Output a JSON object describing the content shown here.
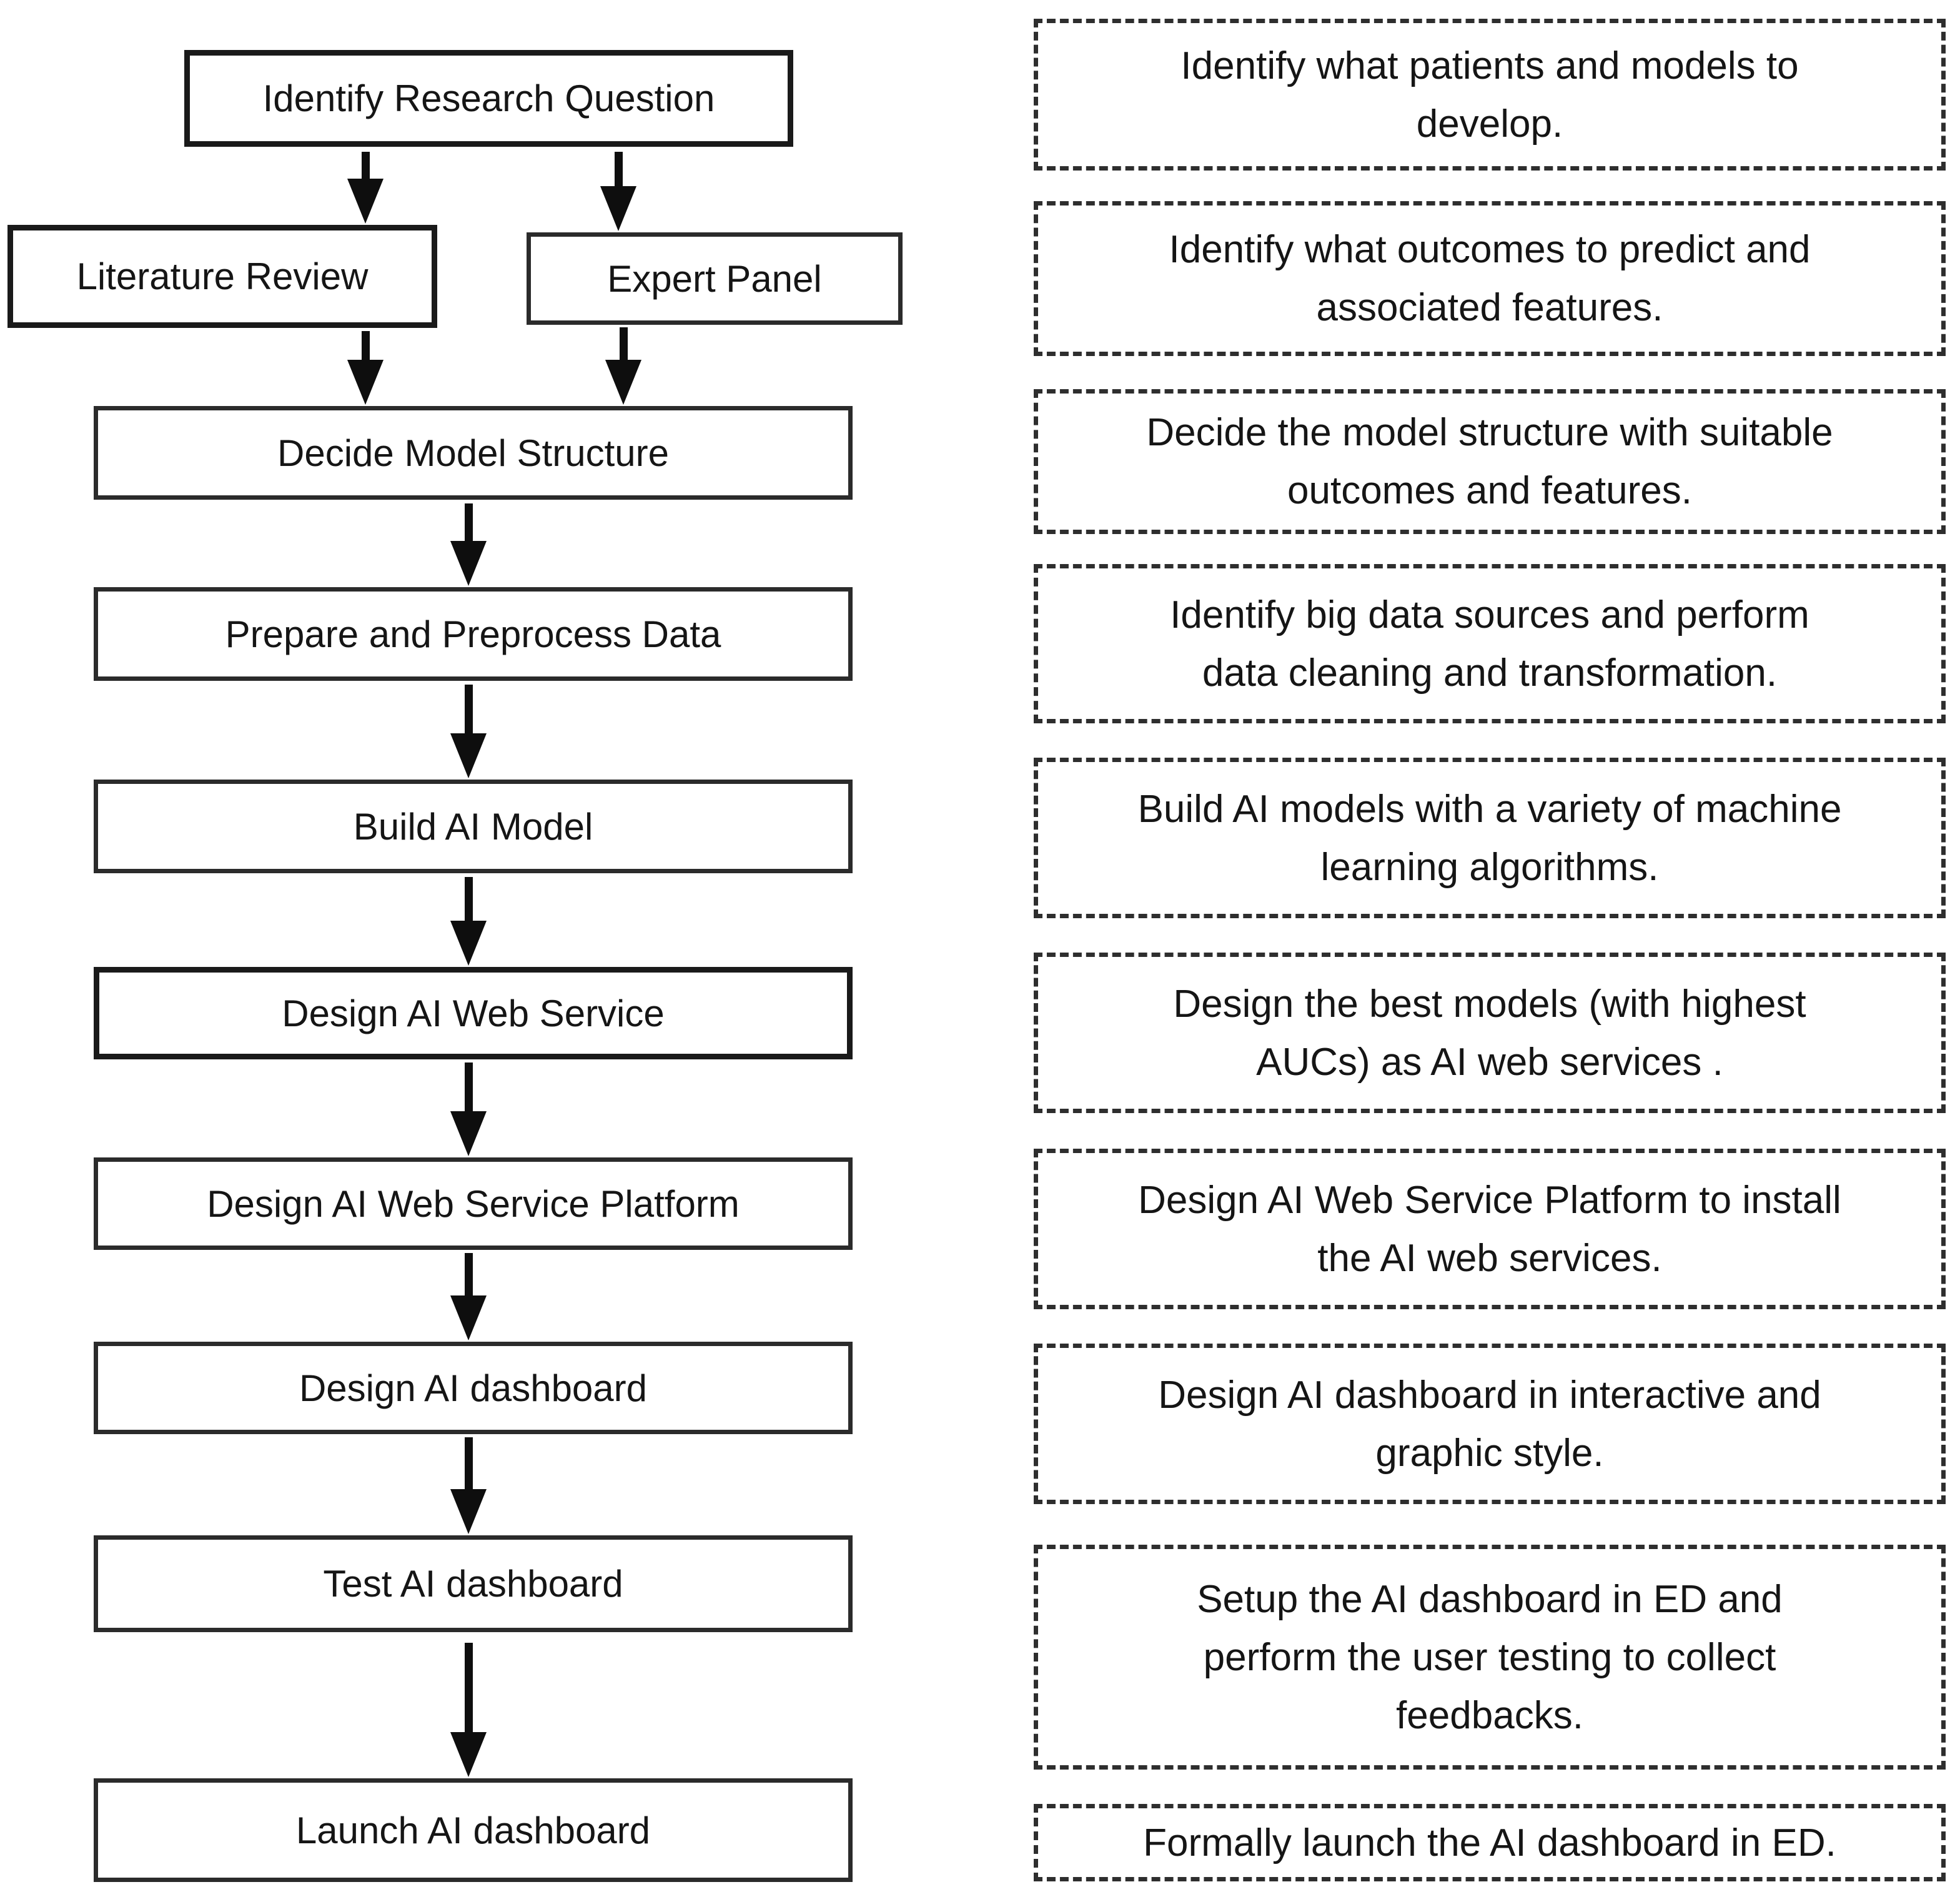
{
  "diagram": {
    "title": "AI dashboard development flowchart",
    "colors": {
      "background": "#ffffff",
      "box_border_solid": "#2b2b2b",
      "box_border_dashed": "#2e2e2e",
      "text": "#151515",
      "arrow": "#0e0e0e"
    },
    "left_steps": [
      "Identify Research Question",
      "Literature Review",
      "Expert Panel",
      "Decide Model Structure",
      "Prepare and Preprocess Data",
      "Build AI Model",
      "Design AI Web Service",
      "Design AI Web Service Platform",
      "Design AI dashboard",
      "Test AI dashboard",
      "Launch AI dashboard"
    ],
    "right_notes": [
      "Identify what patients and models to\ndevelop.",
      "Identify what outcomes to predict and\nassociated features.",
      "Decide the model structure with suitable\noutcomes and features.",
      "Identify big data sources and perform\ndata cleaning and transformation.",
      "Build AI models with a variety of machine\nlearning algorithms.",
      "Design the best models (with highest\nAUCs) as AI web services .",
      "Design AI Web Service Platform to install\nthe AI web services.",
      "Design AI dashboard in interactive and\ngraphic style.",
      "Setup the AI dashboard in ED and\nperform the user testing to collect\nfeedbacks.",
      "Formally launch the AI dashboard in ED."
    ]
  }
}
